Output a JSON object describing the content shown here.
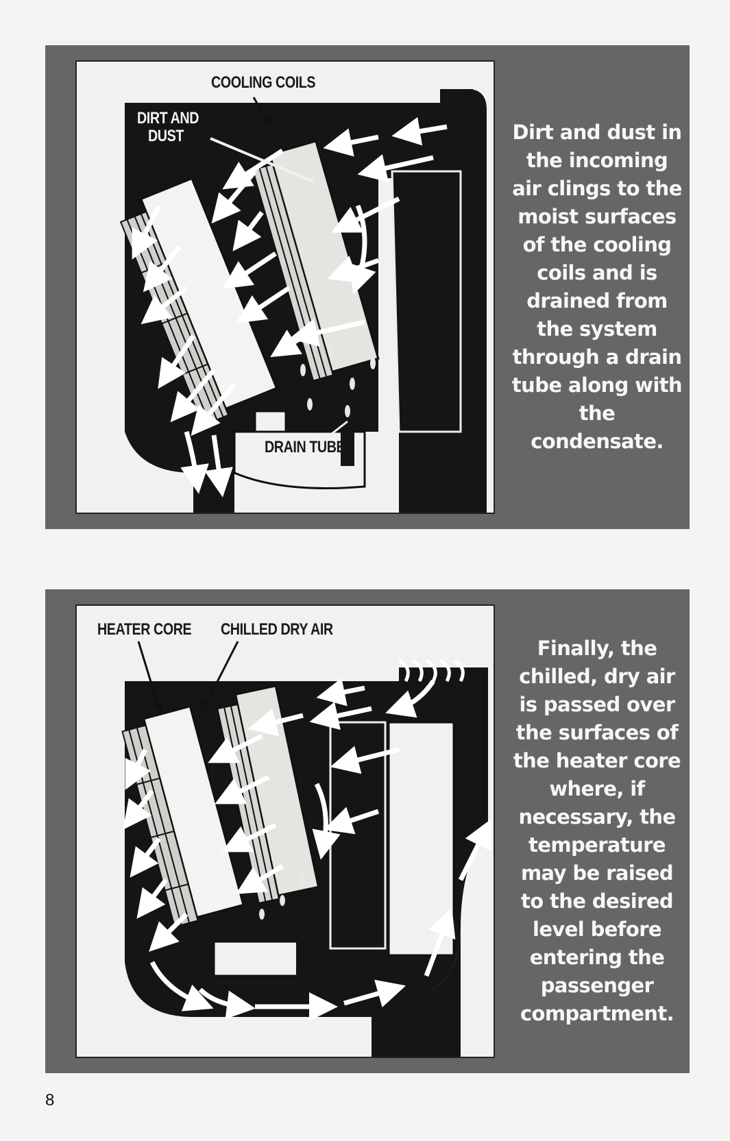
{
  "figures": [
    {
      "labels": {
        "cooling_coils": "COOLING COILS",
        "dirt_and_dust_line1": "DIRT AND",
        "dirt_and_dust_line2": "DUST",
        "drain_tube": "DRAIN TUBE"
      },
      "caption": "Dirt and dust in the incoming air clings to the moist surfaces of the cooling coils and is drained from the system through a drain tube along with the condensate."
    },
    {
      "labels": {
        "heater_core": "HEATER CORE",
        "chilled_dry_air": "CHILLED DRY AIR"
      },
      "caption": "Finally, the chilled, dry air is passed over the surfaces of the heater core where, if necessary, the temperature may be raised to the desired level before entering the passenger compartment."
    }
  ],
  "page_number": "8",
  "colors": {
    "panel": "#666666",
    "paper": "#f1f1ef",
    "duct": "#151515",
    "arrow": "#ffffff"
  }
}
